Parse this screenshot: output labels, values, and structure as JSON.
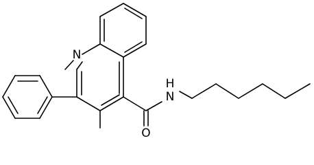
{
  "molecule": {
    "atoms": {
      "quinoline_n": "N",
      "amide_nh": "N",
      "amide_h": "H",
      "carbonyl_o": "O"
    },
    "bond_color": "#000000",
    "background": "#ffffff"
  }
}
